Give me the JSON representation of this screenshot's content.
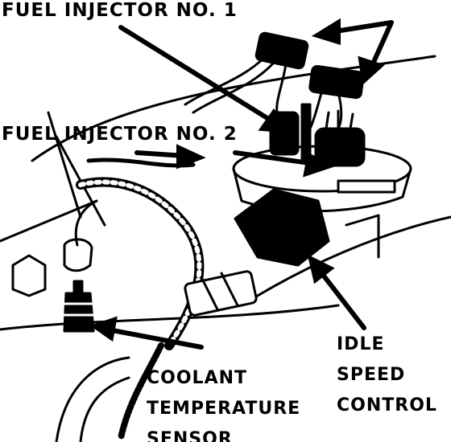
{
  "labels": {
    "fuel_injector_1": "FUEL INJECTOR NO. 1",
    "fuel_injector_2": "FUEL INJECTOR NO. 2",
    "idle_speed_control": [
      "IDLE",
      "SPEED",
      "CONTROL"
    ],
    "coolant_temperature_sensor": [
      "COOLANT",
      "TEMPERATURE",
      "SENSOR"
    ]
  },
  "colors": {
    "ink": "#000000",
    "paper": "#ffffff"
  }
}
